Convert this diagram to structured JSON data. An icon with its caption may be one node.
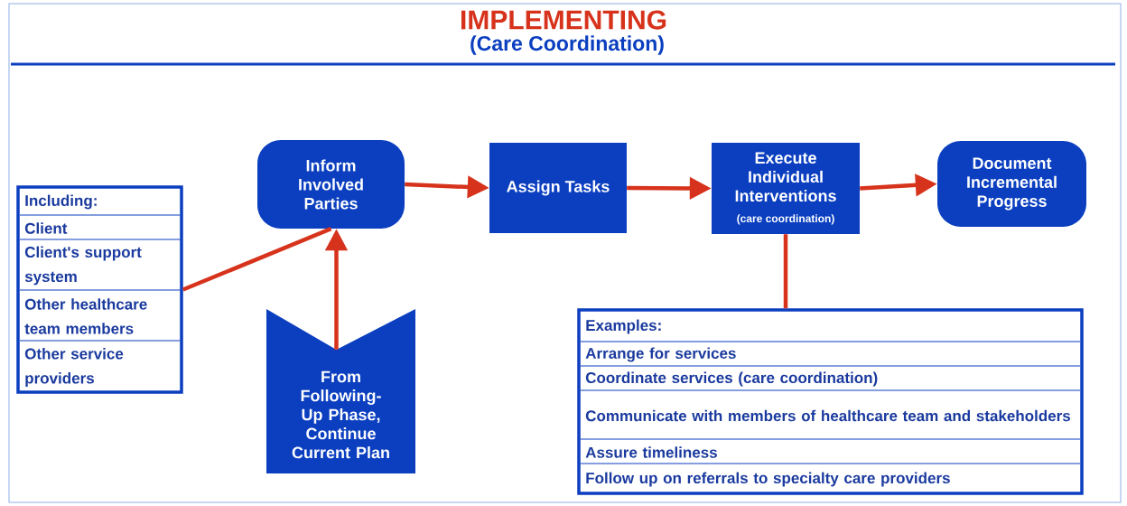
{
  "diagram": {
    "title": "IMPLEMENTING",
    "nodes": [
      {
        "text": [
          "Inform Involved Parties"
        ]
      },
      {
        "text": [
          "Assign Tasks"
        ]
      },
      {
        "text": [
          "Execute Individual Interventions",
          "(care coordination)"
        ]
      },
      {
        "text": [
          "Document Incremental Progress"
        ]
      },
      {
        "text": [
          "Including:",
          "Client",
          "Client's support system",
          "Other healthcare team members",
          "Other service providers"
        ]
      },
      {
        "text": [
          "From Following-Up Phase, Continue Current Plan"
        ]
      },
      {
        "text": [
          "Examples:",
          "Arrange for services",
          "Coordinate services (care coordination)",
          "Communicate with members of healthcare team and stakeholders",
          "Assure timeliness",
          "Follow up on referrals to specialty care providers"
        ]
      }
    ],
    "edges": [
      {
        "from": 0,
        "to": 1,
        "arrow": "to"
      },
      {
        "from": 1,
        "to": 2,
        "arrow": "to"
      },
      {
        "from": 2,
        "to": 3,
        "arrow": "to"
      },
      {
        "from": 4,
        "to": 0,
        "arrow": "none"
      },
      {
        "from": 5,
        "to": 0,
        "arrow": "to"
      },
      {
        "from": 2,
        "to": 6,
        "arrow": "none"
      }
    ],
    "labels": [
      "(Care Coordination)"
    ]
  }
}
